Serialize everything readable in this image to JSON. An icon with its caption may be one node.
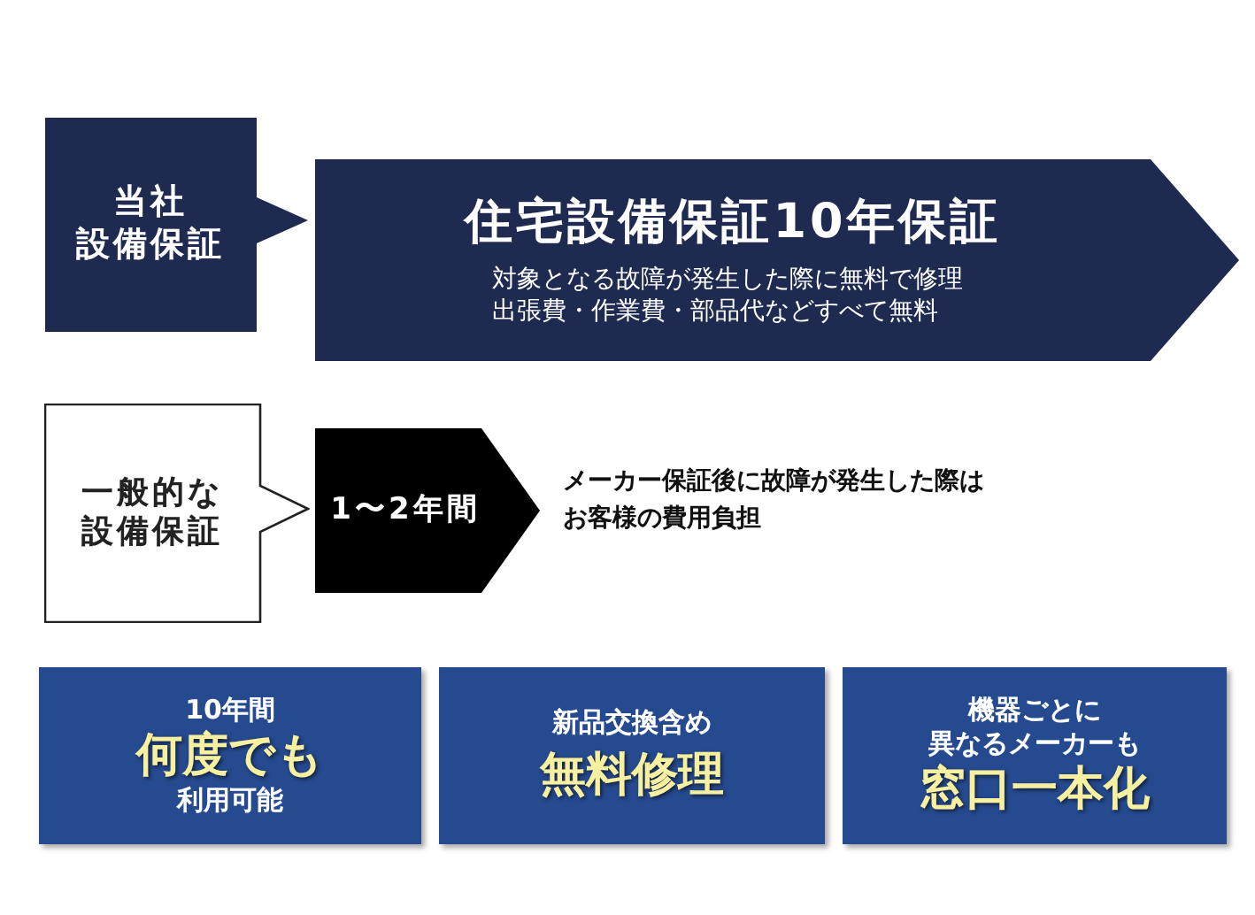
{
  "diagram": {
    "nodes": [
      {
        "text": [
          "当社",
          "設備保証"
        ]
      },
      {
        "text": [
          "住宅設備保証10年保証",
          "対象となる故障が発生した際に無料で修理",
          "出張費・作業費・部品代などすべて無料"
        ]
      },
      {
        "text": [
          "一般的な",
          "設備保証"
        ]
      },
      {
        "text": [
          "1〜2年間"
        ],
        "beside": [
          "メーカー保証後に故障が発生した際は",
          "お客様の費用負担"
        ]
      },
      {
        "text": [
          "10年間",
          "何度でも",
          "利用可能"
        ]
      },
      {
        "text": [
          "新品交換含め",
          "無料修理"
        ]
      },
      {
        "text": [
          "機器ごとに",
          "異なるメーカーも",
          "窓口一本化"
        ]
      }
    ]
  }
}
